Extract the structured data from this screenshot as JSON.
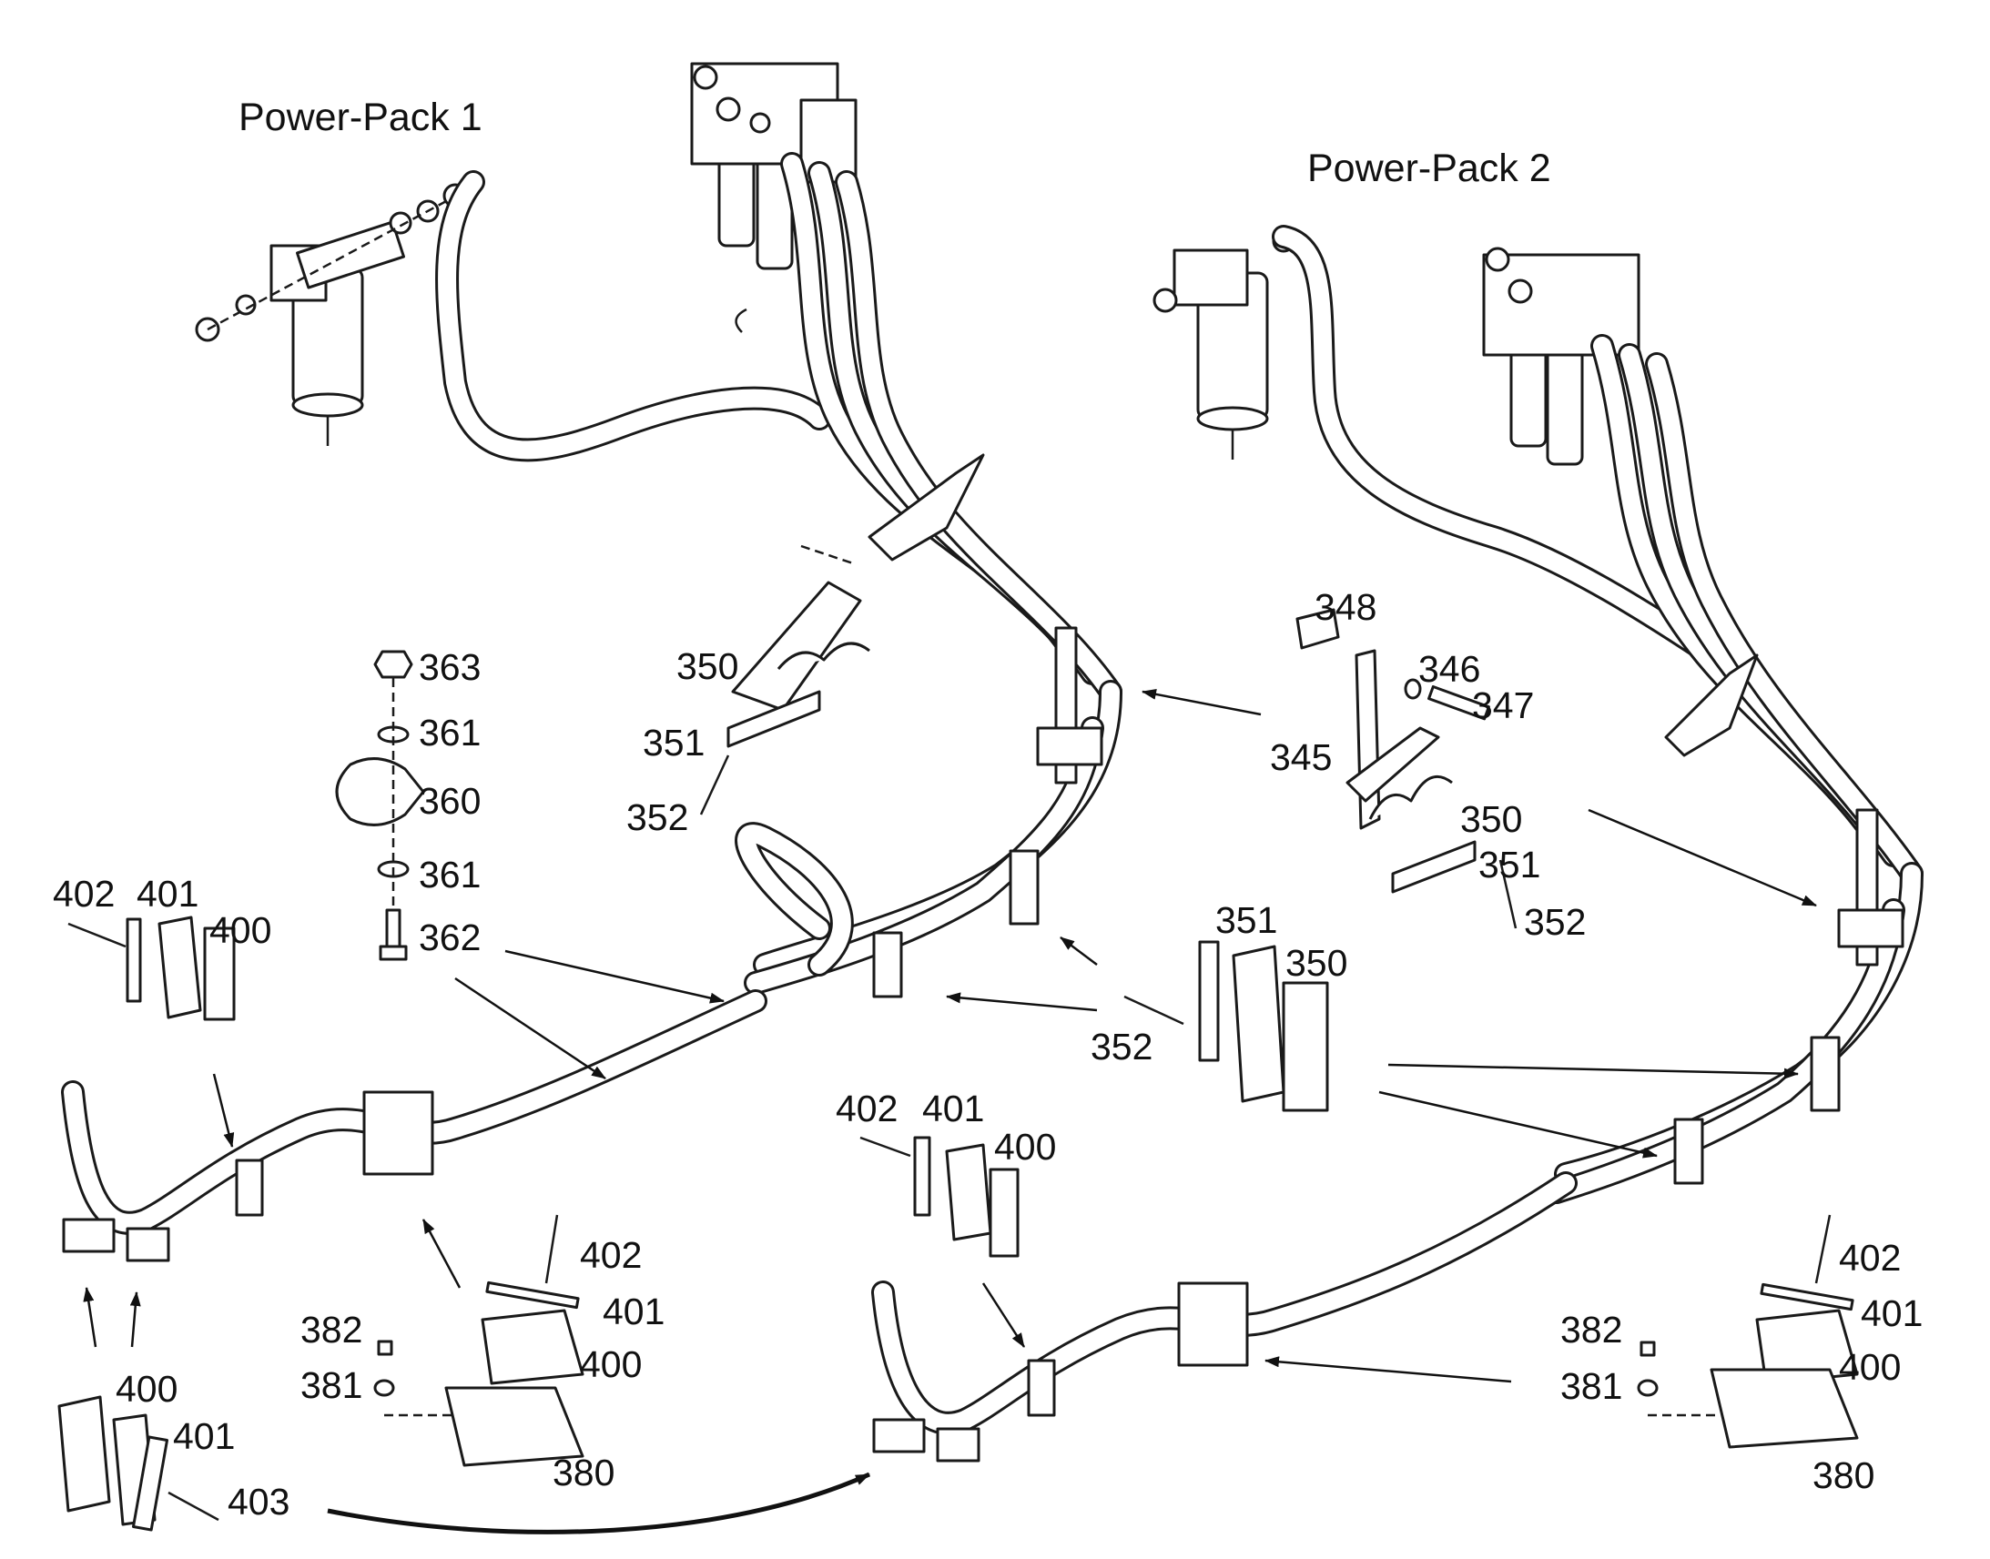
{
  "titles": {
    "power_pack_1": "Power-Pack 1",
    "power_pack_2": "Power-Pack 2"
  },
  "callouts": {
    "pp1": {
      "c363": "363",
      "c361a": "361",
      "c360": "360",
      "c361b": "361",
      "c362": "362",
      "c350": "350",
      "c351": "351",
      "c352": "352",
      "c402": "402",
      "c401": "401",
      "c400": "400",
      "c402b": "402",
      "c401b": "401",
      "c400b": "400",
      "c382": "382",
      "c381": "381",
      "c380": "380",
      "c400c": "400",
      "c401c": "401",
      "c403": "403"
    },
    "pp2": {
      "c348": "348",
      "c346": "346",
      "c347": "347",
      "c345": "345",
      "c350": "350",
      "c351": "351",
      "c352": "352",
      "c351b": "351",
      "c350b": "350",
      "c352b": "352",
      "c402": "402",
      "c401": "401",
      "c400": "400",
      "c402b": "402",
      "c401b": "401",
      "c400b": "400",
      "c382": "382",
      "c381": "381",
      "c380": "380"
    }
  }
}
